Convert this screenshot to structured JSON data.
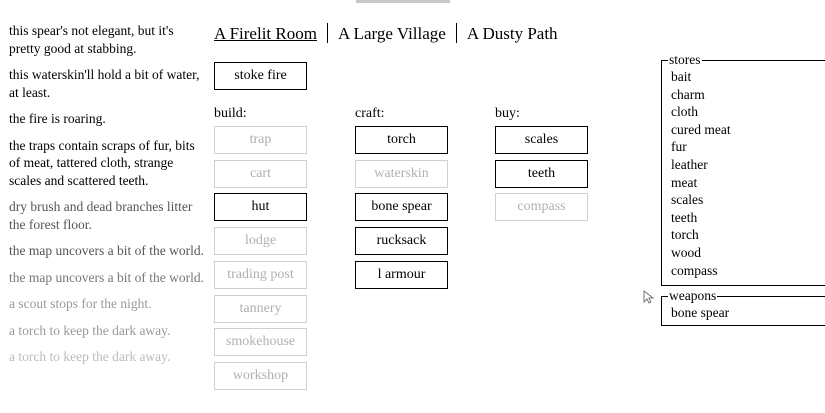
{
  "log": [
    {
      "text": "this spear's not elegant, but it's pretty good at stabbing.",
      "fade": 0
    },
    {
      "text": "this waterskin'll hold a bit of water, at least.",
      "fade": 0
    },
    {
      "text": "the fire is roaring.",
      "fade": 0
    },
    {
      "text": "the traps contain scraps of fur, bits of meat, tattered cloth, strange scales and scattered teeth.",
      "fade": 0
    },
    {
      "text": "dry brush and dead branches litter the forest floor.",
      "fade": 1
    },
    {
      "text": "the map uncovers a bit of the world.",
      "fade": 1
    },
    {
      "text": "the map uncovers a bit of the world.",
      "fade": 2
    },
    {
      "text": "a scout stops for the night.",
      "fade": 3
    },
    {
      "text": "a torch to keep the dark away.",
      "fade": 3
    },
    {
      "text": "a torch to keep the dark away.",
      "fade": 4
    }
  ],
  "header": {
    "locations": [
      {
        "label": "A Firelit Room",
        "active": true
      },
      {
        "label": "A Large Village",
        "active": false
      },
      {
        "label": "A Dusty Path",
        "active": false
      }
    ]
  },
  "stoke_fire": "stoke fire",
  "build": {
    "title": "build:",
    "items": [
      {
        "label": "trap",
        "enabled": false
      },
      {
        "label": "cart",
        "enabled": false
      },
      {
        "label": "hut",
        "enabled": true
      },
      {
        "label": "lodge",
        "enabled": false
      },
      {
        "label": "trading post",
        "enabled": false
      },
      {
        "label": "tannery",
        "enabled": false
      },
      {
        "label": "smokehouse",
        "enabled": false
      },
      {
        "label": "workshop",
        "enabled": false
      }
    ]
  },
  "craft": {
    "title": "craft:",
    "items": [
      {
        "label": "torch",
        "enabled": true
      },
      {
        "label": "waterskin",
        "enabled": false
      },
      {
        "label": "bone spear",
        "enabled": true
      },
      {
        "label": "rucksack",
        "enabled": true
      },
      {
        "label": "l armour",
        "enabled": true
      }
    ]
  },
  "buy": {
    "title": "buy:",
    "items": [
      {
        "label": "scales",
        "enabled": true
      },
      {
        "label": "teeth",
        "enabled": true
      },
      {
        "label": "compass",
        "enabled": false
      }
    ]
  },
  "stores": {
    "title": "stores",
    "items": [
      "bait",
      "charm",
      "cloth",
      "cured meat",
      "fur",
      "leather",
      "meat",
      "scales",
      "teeth",
      "torch",
      "wood",
      "compass"
    ]
  },
  "weapons": {
    "title": "weapons",
    "items": [
      "bone spear"
    ]
  }
}
